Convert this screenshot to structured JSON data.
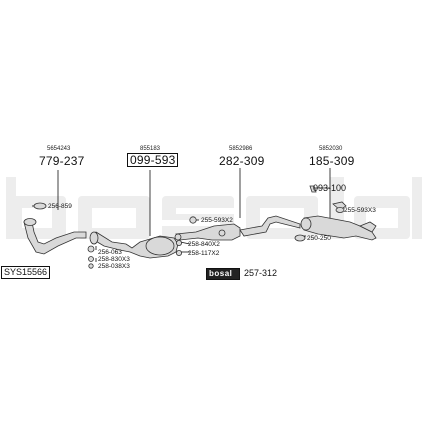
{
  "watermark": "bosal",
  "system_code": "SYS15566",
  "groups": [
    {
      "id": "g1",
      "ref": "5654243",
      "number": "779-237",
      "boxed": false
    },
    {
      "id": "g2",
      "ref": "855183",
      "number": "099-593",
      "boxed": true
    },
    {
      "id": "g3",
      "ref": "5852986",
      "number": "282-309",
      "boxed": false
    },
    {
      "id": "g4",
      "ref": "5852030",
      "number": "185-309",
      "boxed": false
    }
  ],
  "small_parts": [
    {
      "id": "p-256-859",
      "text": "256-859"
    },
    {
      "id": "p-256-063",
      "text": "256-063"
    },
    {
      "id": "p-258-830x3",
      "text": "258-830X3"
    },
    {
      "id": "p-258-038x3",
      "text": "258-038X3"
    },
    {
      "id": "p-255-593x2",
      "text": "255-593X2"
    },
    {
      "id": "p-258-840x2",
      "text": "258-840X2"
    },
    {
      "id": "p-258-117x2",
      "text": "258-117X2"
    },
    {
      "id": "p-093-100",
      "text": "093-100"
    },
    {
      "id": "p-255-593x3",
      "text": "255-593X3"
    },
    {
      "id": "p-250-250",
      "text": "250-250"
    }
  ],
  "kit": {
    "logo": "bosal",
    "number": "257-312"
  },
  "colors": {
    "watermark": "#ededed",
    "line": "#111111",
    "part_fill": "#d9d9d9",
    "part_stroke": "#333333"
  }
}
